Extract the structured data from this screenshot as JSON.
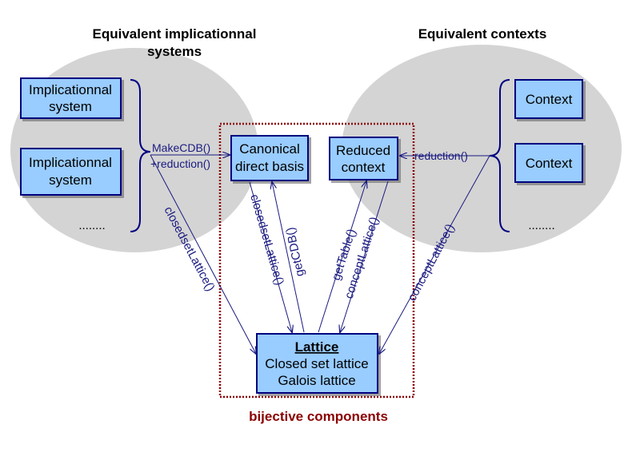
{
  "headings": {
    "left_line1": "Equivalent implicationnal",
    "left_line2": "systems",
    "right": "Equivalent contexts"
  },
  "left_boxes": [
    {
      "line1": "Implicationnal",
      "line2": "system"
    },
    {
      "line1": "Implicationnal",
      "line2": "system"
    }
  ],
  "left_ellipsis": "........",
  "right_boxes": [
    {
      "label": "Context"
    },
    {
      "label": "Context"
    }
  ],
  "right_ellipsis": "........",
  "center": {
    "cdb_line1": "Canonical",
    "cdb_line2": "direct basis",
    "reduced_line1": "Reduced",
    "reduced_line2": "context",
    "lattice_title": "Lattice",
    "lattice_line2": "Closed set lattice",
    "lattice_line3": "Galois lattice"
  },
  "edges": {
    "makecdb": "MakeCDB()",
    "plus_reduction": "+reduction()",
    "reduction": "reduction()",
    "closedset_left": "closedsetLattice()",
    "closedset_center": "closedsetLattice()",
    "getcdb": "getCDB()",
    "gettable": "getTable()",
    "conceptlattice_center": "conceptLattice()",
    "conceptlattice_right": "conceptLattice()"
  },
  "bijective_label": "bijective components",
  "colors": {
    "ellipse": "#d4d4d4",
    "box_fill": "#99ccff",
    "box_border": "#000080",
    "arrow": "#1a1a80",
    "bijective": "#8b0000"
  }
}
